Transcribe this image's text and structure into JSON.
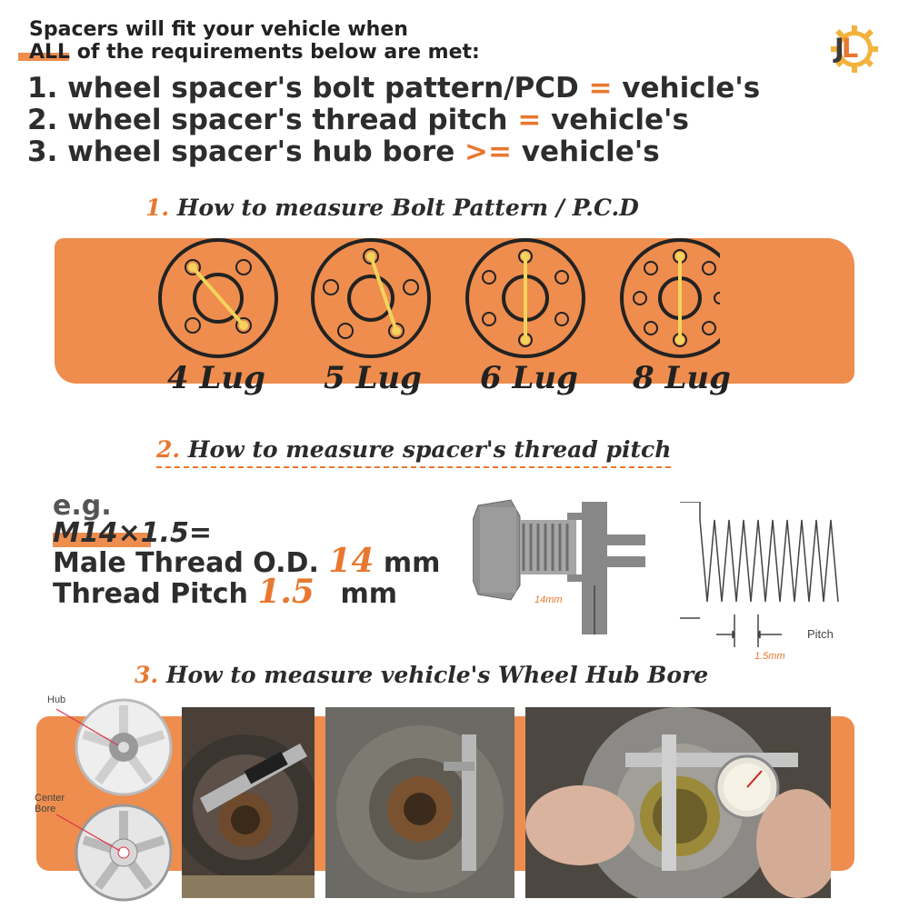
{
  "intro": {
    "line1": "Spacers will fit your vehicle when",
    "line2": "ALL of the requirements below are met:"
  },
  "requirements": [
    {
      "num": "1.",
      "left": "wheel spacer's bolt pattern/PCD",
      "op": "=",
      "right": "vehicle's"
    },
    {
      "num": "2.",
      "left": "wheel spacer's thread pitch",
      "op": "=",
      "right": "vehicle's"
    },
    {
      "num": "3.",
      "left": "wheel spacer's hub bore",
      "op": ">=",
      "right": "vehicle's"
    }
  ],
  "logo": {
    "text": "JL",
    "icon": "gear-logo-icon"
  },
  "section1": {
    "num": "1.",
    "title": "How to measure Bolt Pattern / P.C.D",
    "lugs": [
      {
        "label": "4 Lug",
        "count": 4
      },
      {
        "label": "5 Lug",
        "count": 5
      },
      {
        "label": "6 Lug",
        "count": 6
      },
      {
        "label": "8 Lug",
        "count": 8
      }
    ]
  },
  "section2": {
    "num": "2.",
    "title": "How to measure spacer's thread pitch",
    "eg": "e.g.",
    "spec": "M14×1.5=",
    "od_label": "Male Thread O.D.",
    "od_value": "14",
    "od_unit": "mm",
    "pitch_label": "Thread Pitch",
    "pitch_value": "1.5",
    "pitch_unit": "mm",
    "caliper_note": "14mm",
    "pitch_diagram_label": "Pitch",
    "pitch_diagram_value": "1.5mm"
  },
  "section3": {
    "num": "3.",
    "title": "How to measure vehicle's Wheel Hub Bore",
    "hub_label": "Hub",
    "center_bore_label": "Center\nBore"
  },
  "colors": {
    "accent": "#ee8d4e",
    "text": "#2b2b2b",
    "yellow_line": "#f3d35b"
  }
}
